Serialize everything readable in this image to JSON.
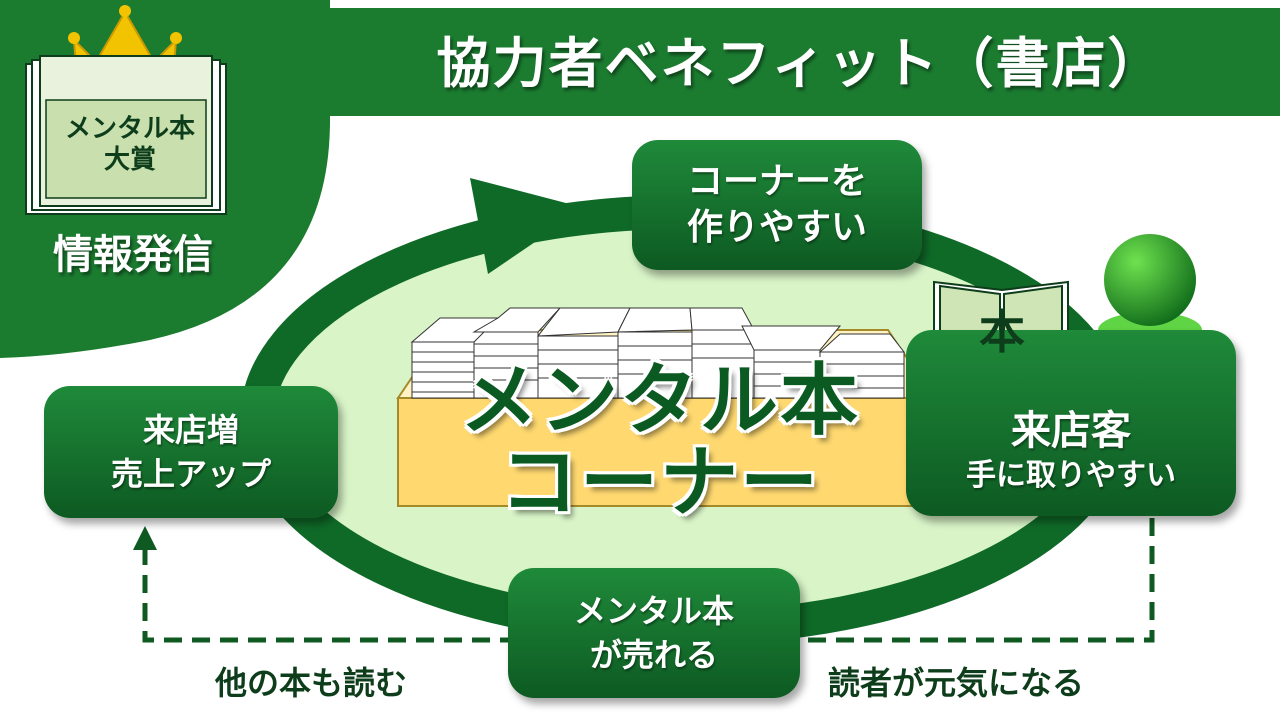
{
  "title": "協力者ベネフィット（書店）",
  "award": {
    "book_line1": "メンタル本",
    "book_line2": "大賞",
    "info": "情報発信"
  },
  "center": {
    "line1": "メンタル本",
    "line2": "コーナー"
  },
  "boxes": {
    "corner": {
      "line1": "コーナーを",
      "line2": "作りやすい"
    },
    "visitor": {
      "line1": "来店客",
      "line2": "手に取りやすい",
      "book_char": "本"
    },
    "sell": {
      "line1": "メンタル本",
      "line2": "が売れる"
    },
    "sales": {
      "line1": "来店増",
      "line2": "売上アップ"
    }
  },
  "loop_labels": {
    "left": "他の本も読む",
    "right": "読者が元気になる"
  },
  "colors": {
    "dark_green": "#0d5a22",
    "mid_green": "#1f8a3a",
    "light_green": "#d9f5c8",
    "gold": "#f2c300",
    "table_yellow": "#ffd970"
  }
}
